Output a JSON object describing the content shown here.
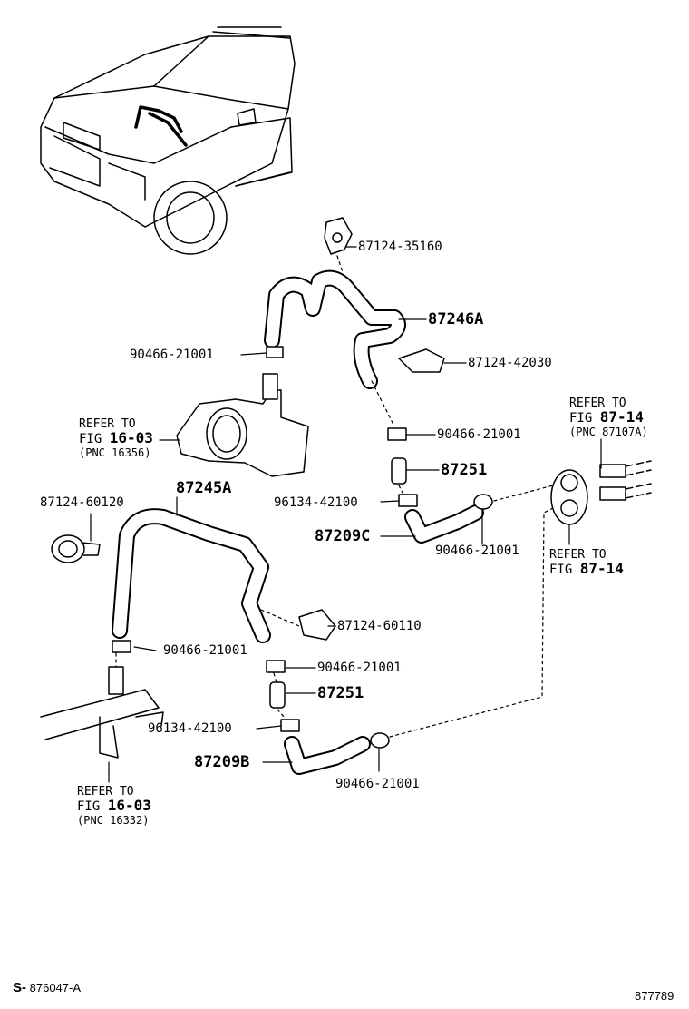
{
  "parts": {
    "p1": "87124-35160",
    "p2": "87246A",
    "p3": "90466-21001",
    "p4": "87124-42030",
    "p5": "90466-21001",
    "p6": "87251",
    "p7": "87245A",
    "p8": "87124-60120",
    "p9": "96134-42100",
    "p10": "87209C",
    "p11": "90466-21001",
    "p12": "87124-60110",
    "p13": "90466-21001",
    "p14": "90466-21001",
    "p15": "87251",
    "p16": "96134-42100",
    "p17": "87209B",
    "p18": "90466-21001"
  },
  "refs": {
    "r1": {
      "line1": "REFER TO",
      "fig_prefix": "FIG",
      "fig": "16-03",
      "pnc": "(PNC 16356)"
    },
    "r2": {
      "line1": "REFER TO",
      "fig_prefix": "FIG",
      "fig": "87-14",
      "pnc": "(PNC 87107A)"
    },
    "r3": {
      "line1": "REFER TO",
      "fig_prefix": "FIG",
      "fig": "87-14"
    },
    "r4": {
      "line1": "REFER TO",
      "fig_prefix": "FIG",
      "fig": "16-03",
      "pnc": "(PNC 16332)"
    }
  },
  "footer": {
    "prefix": "S-",
    "code": "876047-A",
    "illustration_no": "877789"
  }
}
